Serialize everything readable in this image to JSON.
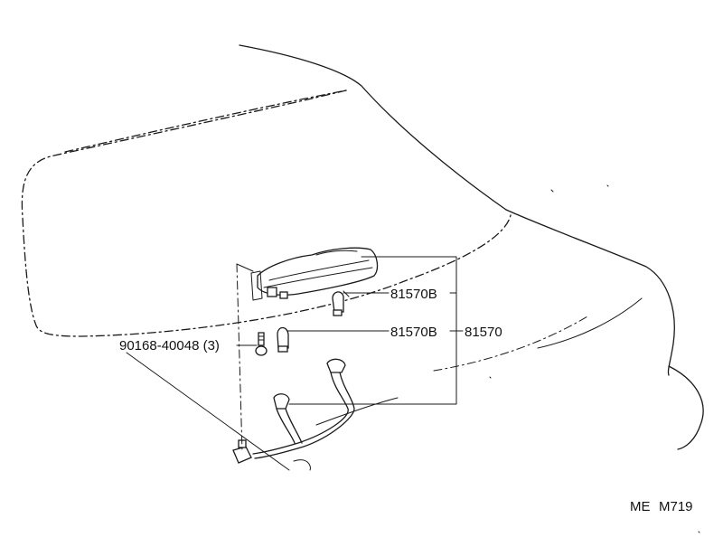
{
  "callouts": {
    "bulb_upper": "81570B",
    "bulb_lower": "81570B",
    "assembly": "81570",
    "screw": "90168-40048 (3)"
  },
  "footer": {
    "code_prefix": "ME",
    "code_number": "M719"
  }
}
